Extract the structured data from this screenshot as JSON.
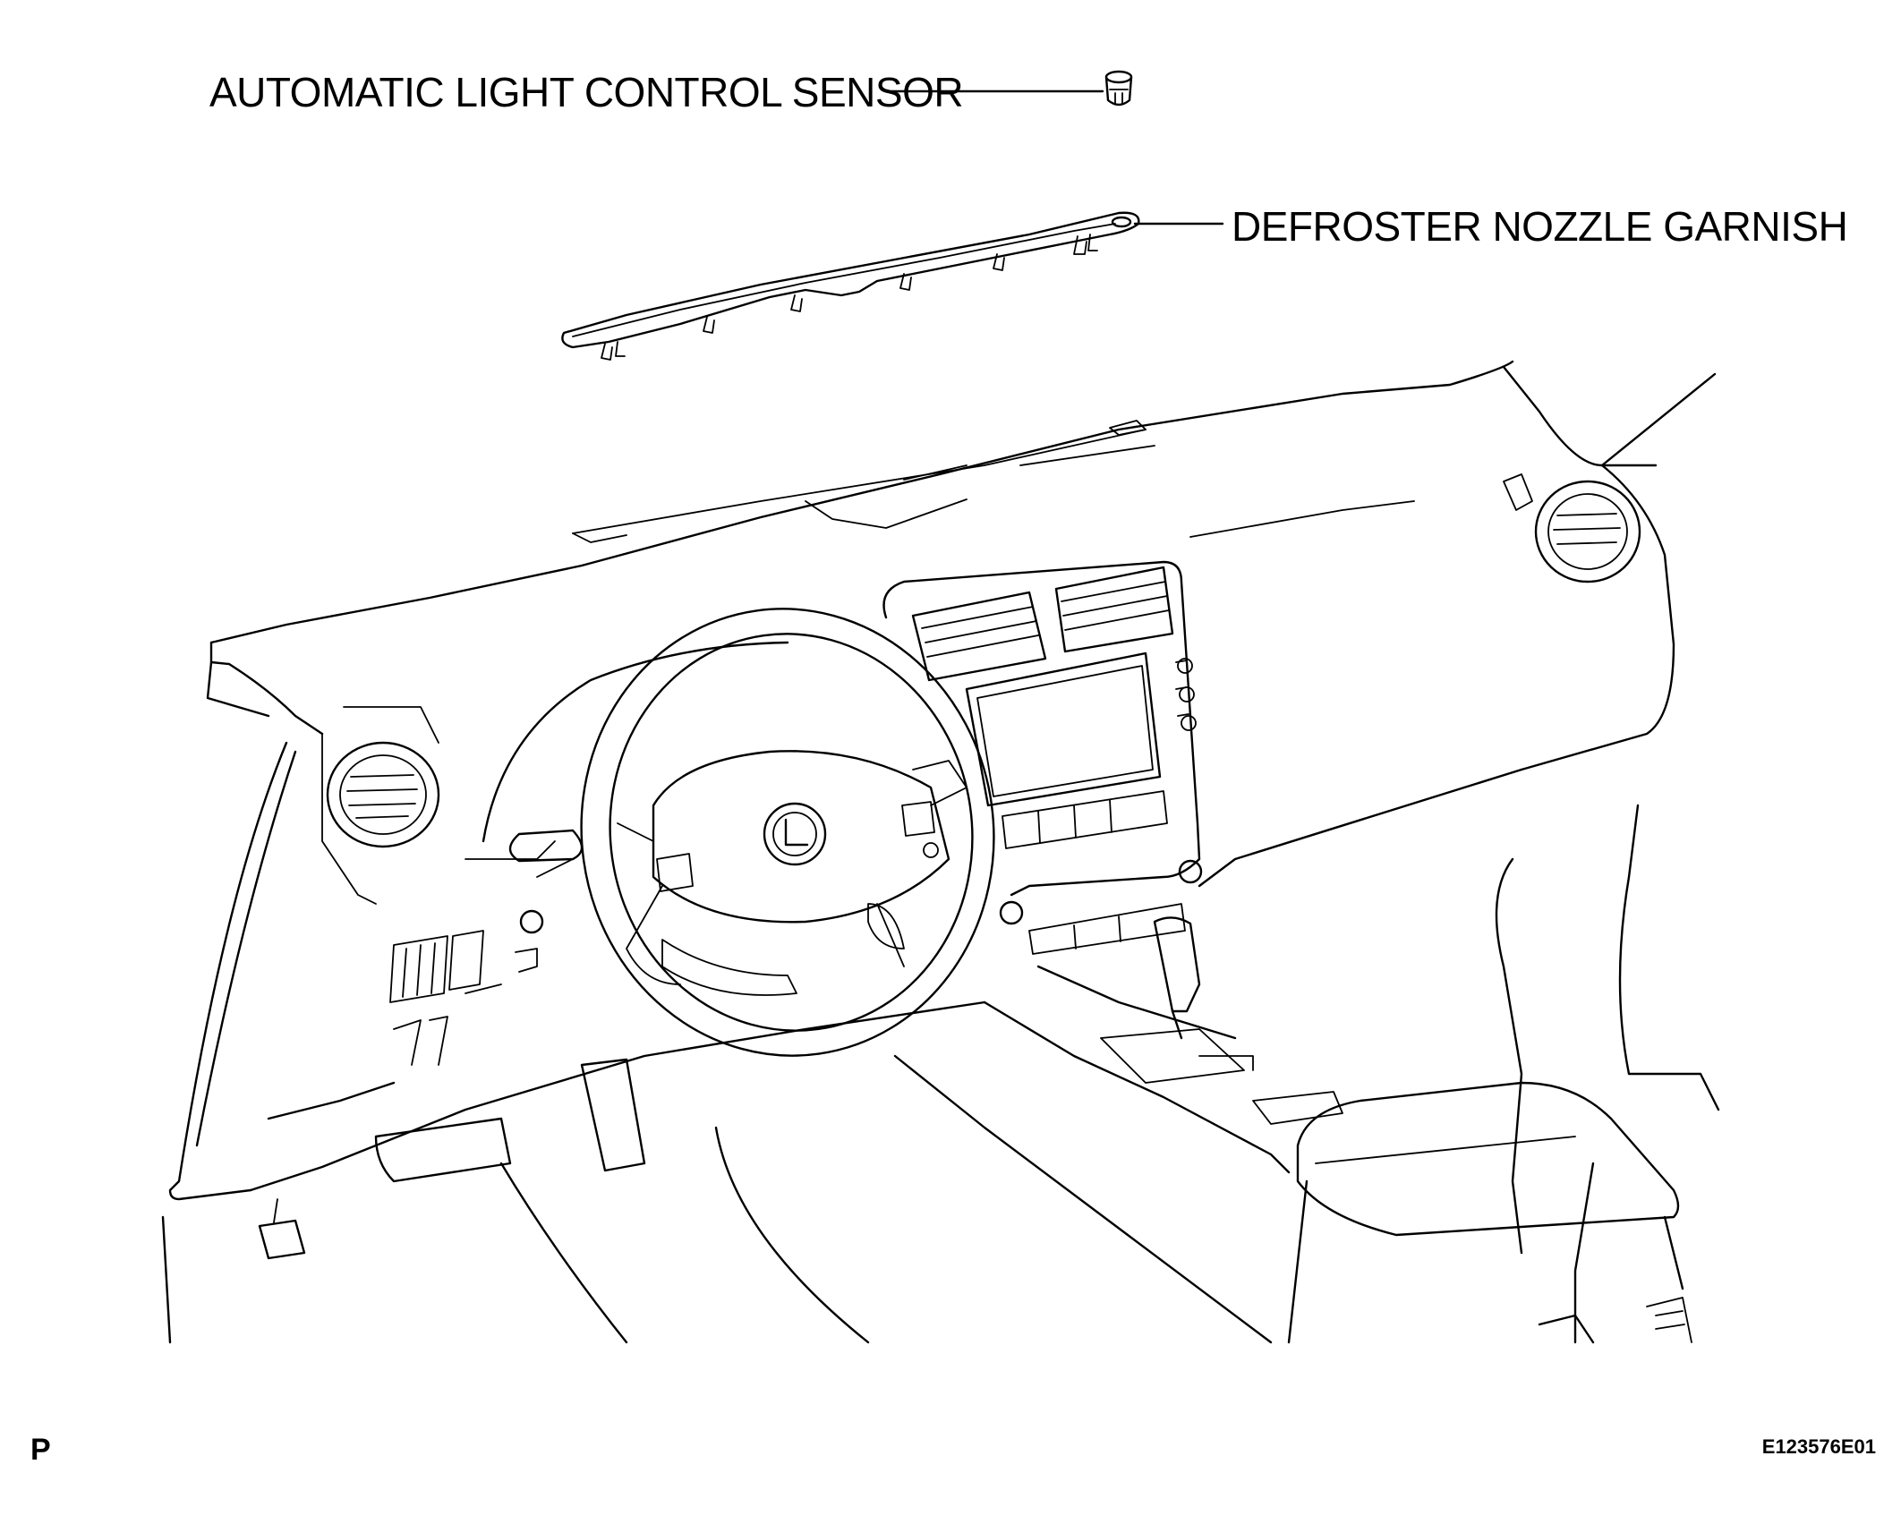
{
  "labels": {
    "sensor": "AUTOMATIC LIGHT CONTROL SENSOR",
    "garnish": "DEFROSTER NOZZLE GARNISH"
  },
  "footer": {
    "view_code": "P",
    "figure_id": "E123576E01"
  },
  "colors": {
    "line": "#000000",
    "background": "#ffffff"
  }
}
